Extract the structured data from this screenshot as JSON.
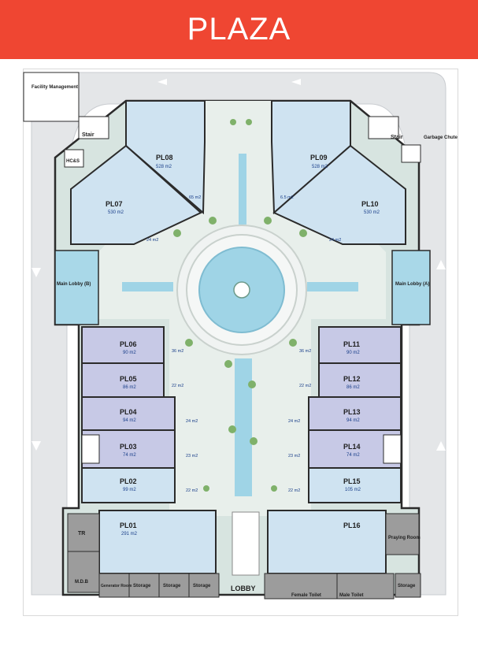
{
  "header": {
    "title": "PLAZA",
    "color": "#ef4632"
  },
  "colors": {
    "unit_blue": "#cfe3f1",
    "unit_purple": "#c7c9e6",
    "lobby_teal": "#a9d8e8",
    "service_gray": "#9c9c9c",
    "road": "#e4e6e8",
    "water": "#9fd4e6"
  },
  "units": [
    {
      "id": "PL01",
      "area": "291 m2"
    },
    {
      "id": "PL02",
      "area": "99 m2"
    },
    {
      "id": "PL03",
      "area": "74 m2"
    },
    {
      "id": "PL04",
      "area": "94 m2"
    },
    {
      "id": "PL05",
      "area": "86 m2"
    },
    {
      "id": "PL06",
      "area": "90 m2"
    },
    {
      "id": "PL07",
      "area": "530 m2"
    },
    {
      "id": "PL08",
      "area": "528 m2"
    },
    {
      "id": "PL09",
      "area": "528 m2"
    },
    {
      "id": "PL10",
      "area": "530 m2"
    },
    {
      "id": "PL11",
      "area": "90 m2"
    },
    {
      "id": "PL12",
      "area": "86 m2"
    },
    {
      "id": "PL13",
      "area": "94 m2"
    },
    {
      "id": "PL14",
      "area": "74 m2"
    },
    {
      "id": "PL15",
      "area": "105 m2"
    },
    {
      "id": "PL16",
      "area": ""
    }
  ],
  "terrace_areas": {
    "left": [
      "36 m2",
      "22 m2",
      "24 m2",
      "23 m2",
      "22 m2"
    ],
    "right": [
      "36 m2",
      "22 m2",
      "24 m2",
      "23 m2",
      "22 m2"
    ],
    "upper_left": [
      "65 m2",
      "24 m2"
    ],
    "upper_right": [
      "6.5 m2",
      "24 m2"
    ]
  },
  "labels": {
    "facility": "Facility Management",
    "stair_left": "Stair",
    "stair_right": "Stair",
    "hcs": "HC&S",
    "garbage": "Garbage Chute",
    "lobby_b": "Main Lobby (B)",
    "lobby_a": "Main Lobby (A)",
    "tr": "TR",
    "mdb": "M.D.B",
    "generator": "Generator Room",
    "storage": "Storage",
    "lobby": "LOBBY",
    "praying": "Praying Room",
    "female_toilet": "Female Toilet",
    "male_toilet": "Male Toilet"
  }
}
